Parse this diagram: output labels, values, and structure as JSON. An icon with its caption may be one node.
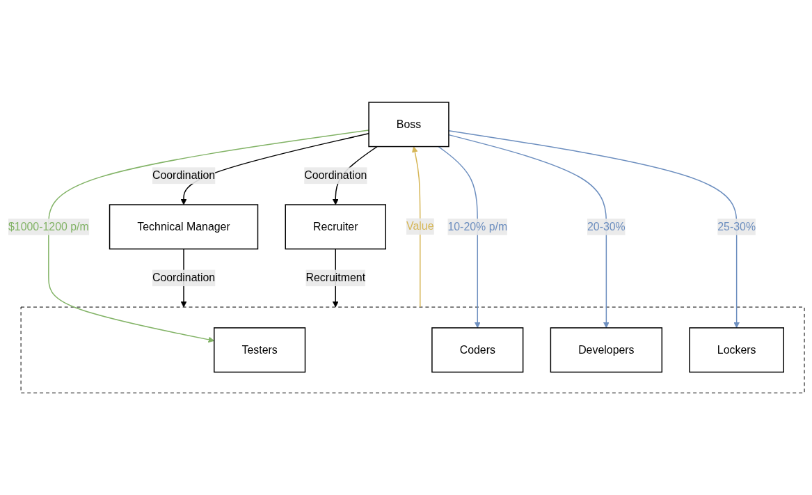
{
  "diagram": {
    "nodes": [
      {
        "text": [
          "Boss"
        ]
      },
      {
        "text": [
          "Technical Manager"
        ]
      },
      {
        "text": [
          "Recruiter"
        ]
      },
      {
        "text": [],
        "shape": "box"
      },
      {
        "text": [
          "Testers"
        ],
        "in": 3
      },
      {
        "text": [
          "Coders"
        ],
        "in": 3
      },
      {
        "text": [
          "Developers"
        ],
        "in": 3
      },
      {
        "text": [
          "Lockers"
        ],
        "in": 3
      }
    ],
    "edges": [
      {
        "from": 3,
        "to": 0,
        "label": "Value",
        "arrow": "to",
        "color": "#d6b656"
      },
      {
        "from": 0,
        "to": 4,
        "label": "$1000-1200 p/m",
        "arrow": "to",
        "color": "#82b366"
      },
      {
        "from": 0,
        "to": 5,
        "label": "10-20% p/m",
        "arrow": "to",
        "color": "#6c8ebf"
      },
      {
        "from": 0,
        "to": 1,
        "label": "Coordination",
        "arrow": "to"
      },
      {
        "from": 0,
        "to": 2,
        "label": "Coordination",
        "arrow": "to"
      },
      {
        "from": 1,
        "to": 3,
        "label": "Coordination",
        "arrow": "to"
      },
      {
        "from": 2,
        "to": 3,
        "label": "Recruitment",
        "arrow": "to"
      },
      {
        "from": 0,
        "to": 6,
        "label": "20-30%",
        "arrow": "to",
        "color": "#6c8ebf"
      },
      {
        "from": 0,
        "to": 7,
        "label": "25-30%",
        "arrow": "to",
        "color": "#6c8ebf"
      }
    ]
  }
}
